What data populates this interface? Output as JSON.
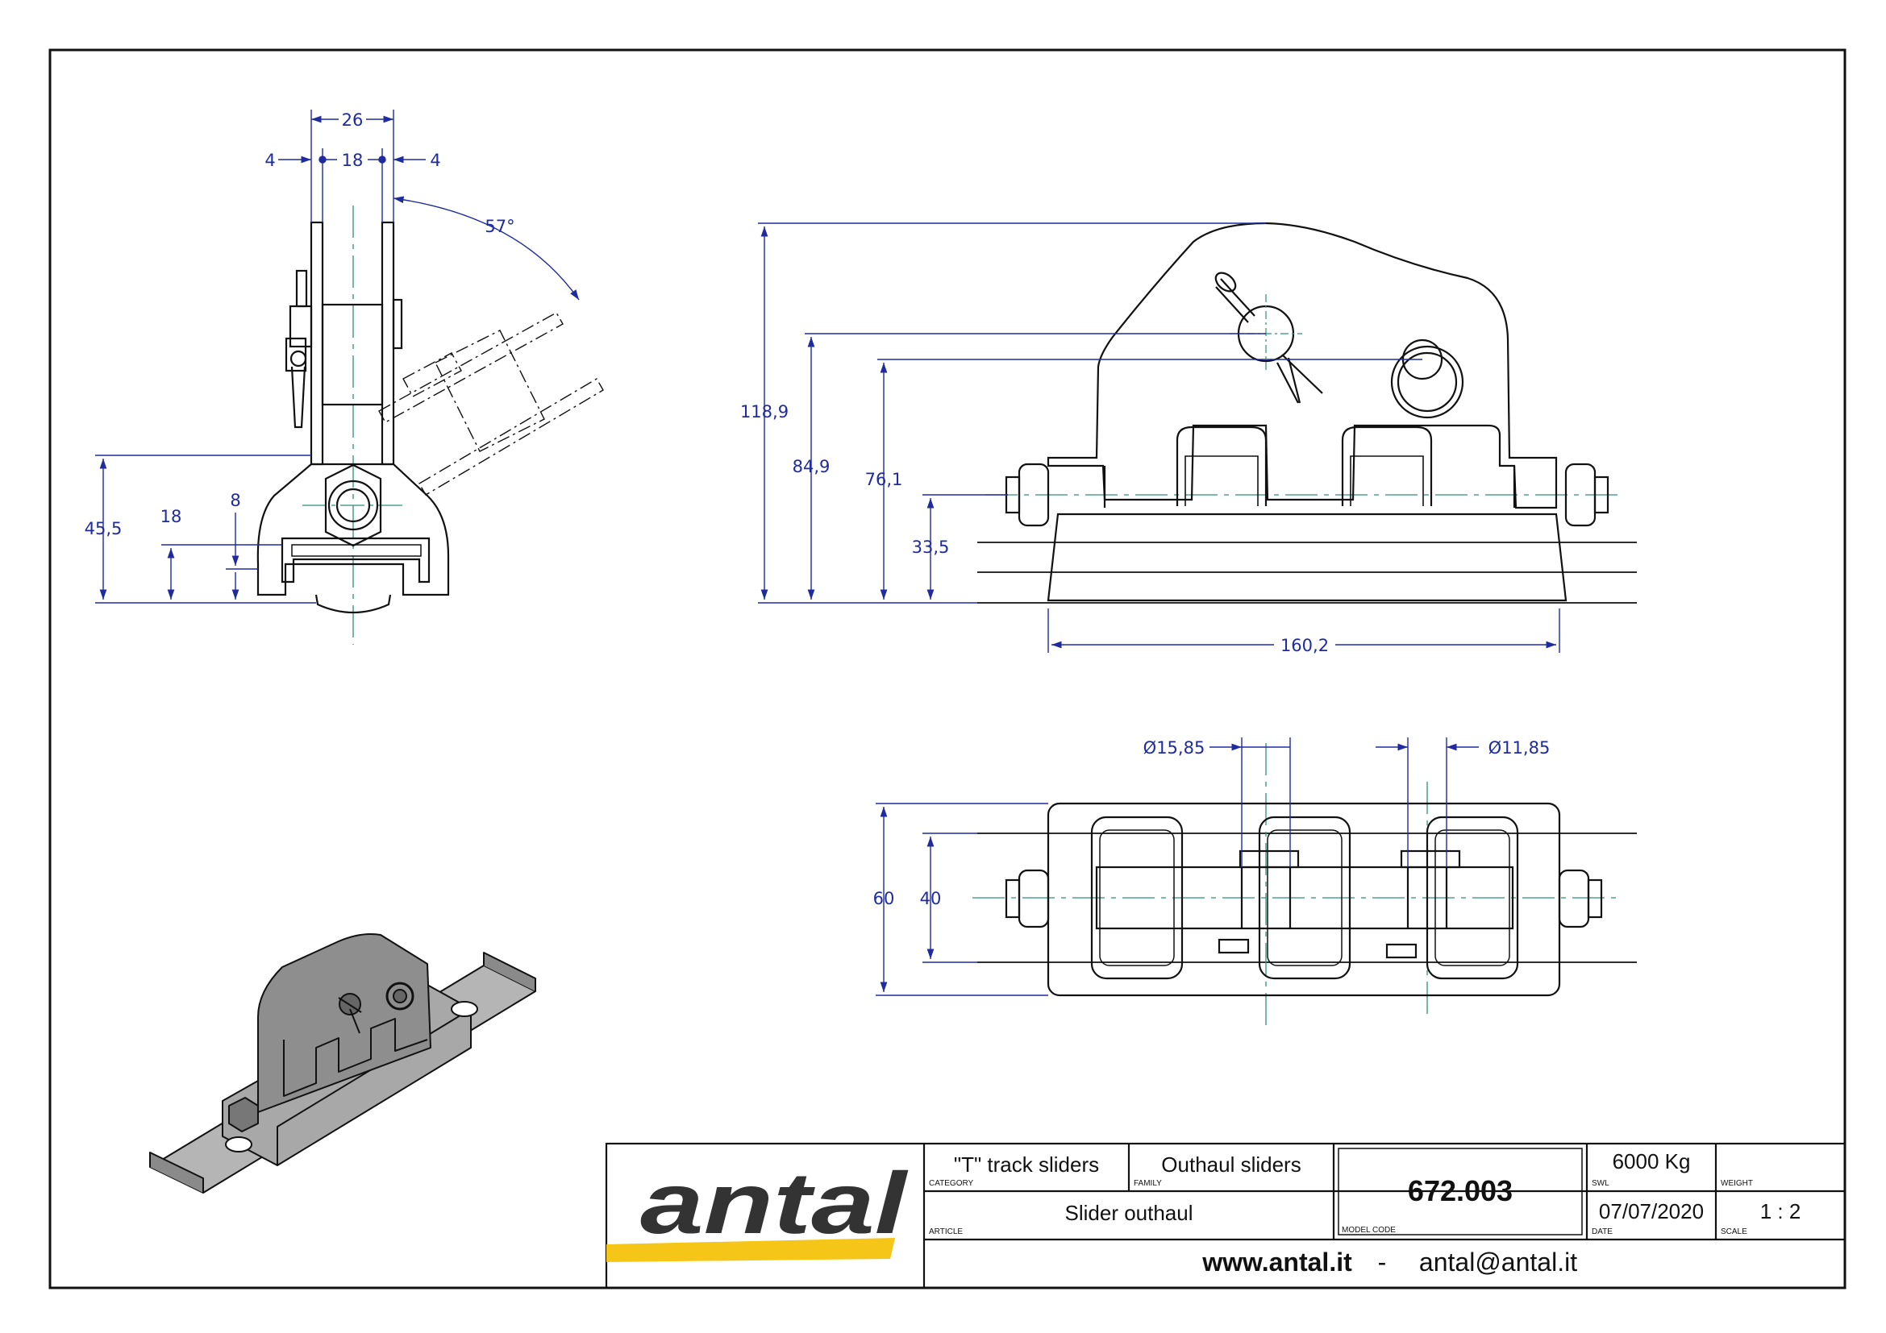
{
  "colors": {
    "line": "#111111",
    "dimension": "#1f2b9e",
    "centerline": "#2f8f7a",
    "logo_yellow": "#f5c518",
    "logo_text": "#333333",
    "iso_fill": "#9a9a9a"
  },
  "dimensions": {
    "side_view": {
      "overall_width": "26",
      "left_plate": "4",
      "center_gap": "18",
      "right_plate": "4",
      "angle": "57°",
      "height_total": "45,5",
      "height_track": "18",
      "height_base": "8"
    },
    "front_view": {
      "height_overall": "118,9",
      "height_pin_left": "84,9",
      "height_pin_right": "76,1",
      "height_axis": "33,5",
      "length": "160,2"
    },
    "top_view": {
      "dia_left": "Ø15,85",
      "dia_right": "Ø11,85",
      "width_outer": "60",
      "width_inner": "40"
    }
  },
  "title_block": {
    "logo_text": "antal",
    "category_value": "\"T\" track sliders",
    "category_label": "CATEGORY",
    "family_value": "Outhaul sliders",
    "family_label": "FAMILY",
    "article_value": "Slider outhaul",
    "article_label": "ARTICLE",
    "model_code_value": "672.003",
    "model_code_label": "MODEL CODE",
    "swl_value": "6000 Kg",
    "swl_label": "SWL",
    "weight_value": "",
    "weight_label": "WEIGHT",
    "date_value": "07/07/2020",
    "date_label": "DATE",
    "scale_value": "1 : 2",
    "scale_label": "SCALE",
    "website": "www.antal.it",
    "separator": "-",
    "email": "antal@antal.it"
  }
}
